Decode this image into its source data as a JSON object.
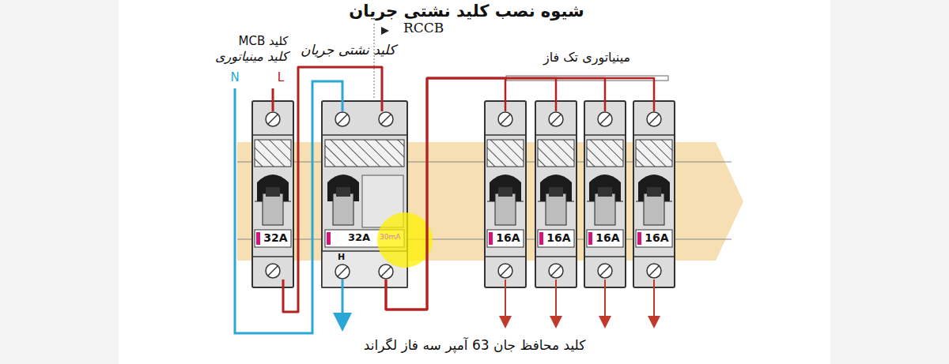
{
  "diagram": {
    "title": "شیوه نصب کلید نشتی جریان",
    "caption": "کلید محافظ جان 63 آمپر سه فاز لگراند",
    "nodes": [
      {
        "text": [
          "32A"
        ]
      },
      {
        "text": [
          "32A",
          "30mA",
          "H"
        ]
      },
      {
        "text": [
          "16A"
        ]
      },
      {
        "text": [
          "16A"
        ]
      },
      {
        "text": [
          "16A"
        ]
      },
      {
        "text": [
          "16A"
        ]
      }
    ],
    "edges": [
      {
        "from": 0,
        "to": 1,
        "arrow": "none"
      },
      {
        "from": 1,
        "to": 2,
        "arrow": "none"
      },
      {
        "from": 1,
        "to": 3,
        "arrow": "none"
      },
      {
        "from": 1,
        "to": 4,
        "arrow": "none"
      },
      {
        "from": 1,
        "to": 5,
        "arrow": "none"
      }
    ],
    "labels": [
      "RCCB",
      "کلید نشتی جریان",
      "کلید MCB",
      "کلید مینیاتوری",
      "N",
      "L",
      "مینیاتوری تک فاز"
    ]
  }
}
